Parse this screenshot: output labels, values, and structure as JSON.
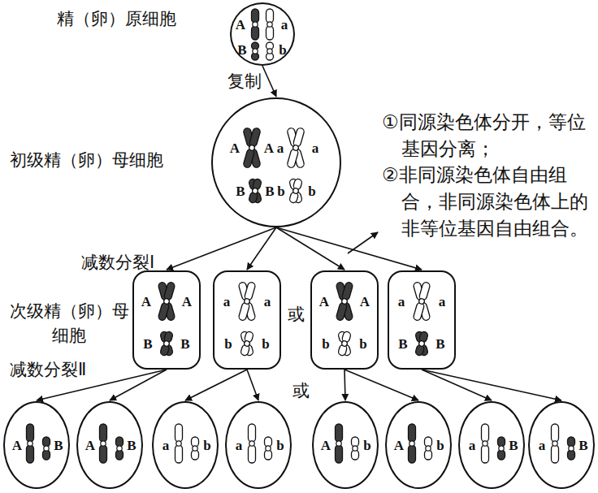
{
  "diagram": {
    "nodes": [
      {
        "text": [
          "A",
          "a",
          "B",
          "b"
        ]
      },
      {
        "text": [
          "A",
          "A",
          "a",
          "a",
          "B",
          "B",
          "b",
          "b"
        ]
      },
      {
        "text": [
          "A",
          "A",
          "B",
          "B"
        ]
      },
      {
        "text": [
          "a",
          "a",
          "b",
          "b"
        ]
      },
      {
        "text": [
          "A",
          "A",
          "b",
          "b"
        ]
      },
      {
        "text": [
          "a",
          "a",
          "B",
          "B"
        ]
      },
      {
        "text": [
          "A",
          "B"
        ]
      },
      {
        "text": [
          "A",
          "B"
        ]
      },
      {
        "text": [
          "a",
          "b"
        ]
      },
      {
        "text": [
          "a",
          "b"
        ]
      },
      {
        "text": [
          "A",
          "b"
        ]
      },
      {
        "text": [
          "A",
          "b"
        ]
      },
      {
        "text": [
          "a",
          "B"
        ]
      },
      {
        "text": [
          "a",
          "B"
        ]
      }
    ],
    "edges": [
      {
        "from": 0,
        "to": 1,
        "arrow": "to",
        "label": "复制"
      },
      {
        "from": 1,
        "to": 2,
        "arrow": "to"
      },
      {
        "from": 1,
        "to": 3,
        "arrow": "to"
      },
      {
        "from": 1,
        "to": 4,
        "arrow": "to"
      },
      {
        "from": 1,
        "to": 5,
        "arrow": "to"
      },
      {
        "from": 2,
        "to": 6,
        "arrow": "to"
      },
      {
        "from": 2,
        "to": 7,
        "arrow": "to"
      },
      {
        "from": 3,
        "to": 8,
        "arrow": "to"
      },
      {
        "from": 3,
        "to": 9,
        "arrow": "to"
      },
      {
        "from": 4,
        "to": 10,
        "arrow": "to"
      },
      {
        "from": 4,
        "to": 11,
        "arrow": "to"
      },
      {
        "from": 5,
        "to": 12,
        "arrow": "to"
      },
      {
        "from": 5,
        "to": 13,
        "arrow": "to"
      }
    ],
    "labels": [
      "精（卵）原细胞",
      "初级精（卵）母细胞",
      "减数分裂Ⅰ",
      "①同源染色体分开，等位基因分离；",
      "②非同源染色体自由组合，非同源染色体上的非等位基因自由组合。",
      "次级精（卵）母细胞",
      "或",
      "减数分裂Ⅱ",
      "或"
    ]
  }
}
